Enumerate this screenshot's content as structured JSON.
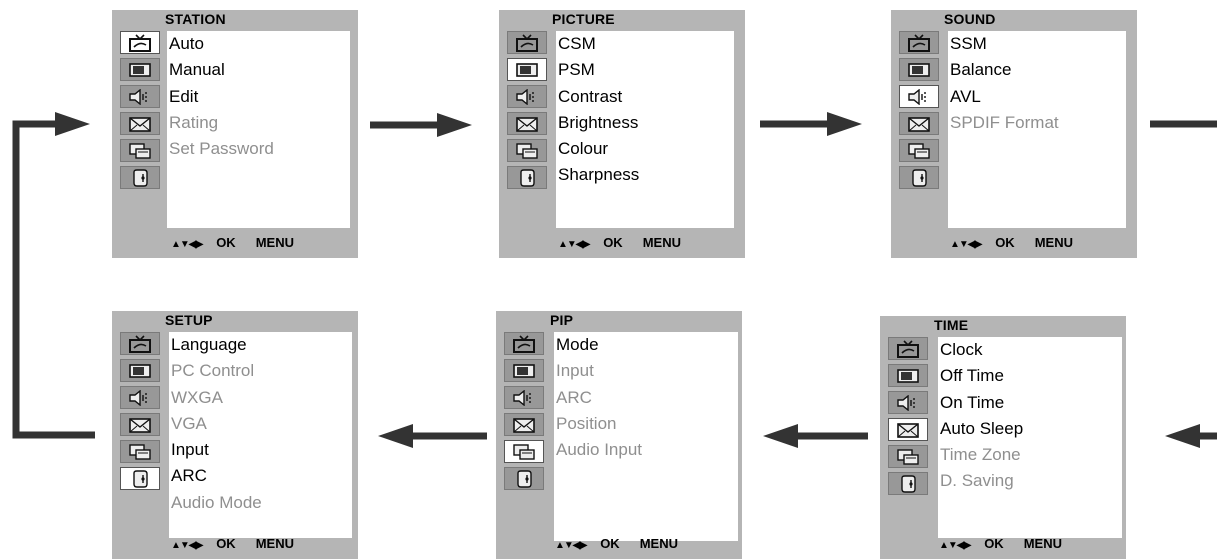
{
  "footer": {
    "nav": "▲▼◀▶",
    "ok": "OK",
    "menu": "MENU"
  },
  "icons": [
    "tv-station-icon",
    "picture-icon",
    "sound-speaker-icon",
    "time-envelope-icon",
    "pip-screens-icon",
    "setup-icon"
  ],
  "panels": {
    "station": {
      "title": "STATION",
      "active_icon": 0,
      "items": [
        {
          "label": "Auto",
          "enabled": true
        },
        {
          "label": "Manual",
          "enabled": true
        },
        {
          "label": "Edit",
          "enabled": true
        },
        {
          "label": "Rating",
          "enabled": false
        },
        {
          "label": "Set Password",
          "enabled": false
        }
      ]
    },
    "picture": {
      "title": "PICTURE",
      "active_icon": 1,
      "items": [
        {
          "label": "CSM",
          "enabled": true
        },
        {
          "label": "PSM",
          "enabled": true
        },
        {
          "label": "Contrast",
          "enabled": true
        },
        {
          "label": "Brightness",
          "enabled": true
        },
        {
          "label": "Colour",
          "enabled": true
        },
        {
          "label": "Sharpness",
          "enabled": true
        }
      ]
    },
    "sound": {
      "title": "SOUND",
      "active_icon": 2,
      "items": [
        {
          "label": "SSM",
          "enabled": true
        },
        {
          "label": "Balance",
          "enabled": true
        },
        {
          "label": "AVL",
          "enabled": true
        },
        {
          "label": "SPDIF Format",
          "enabled": false
        }
      ]
    },
    "setup": {
      "title": "SETUP",
      "active_icon": 5,
      "items": [
        {
          "label": "Language",
          "enabled": true
        },
        {
          "label": "PC Control",
          "enabled": false
        },
        {
          "label": "WXGA",
          "enabled": false
        },
        {
          "label": "VGA",
          "enabled": false
        },
        {
          "label": "Input",
          "enabled": true
        },
        {
          "label": "ARC",
          "enabled": true
        },
        {
          "label": "Audio Mode",
          "enabled": false
        }
      ]
    },
    "pip": {
      "title": "PIP",
      "active_icon": 4,
      "items": [
        {
          "label": "Mode",
          "enabled": true
        },
        {
          "label": "Input",
          "enabled": false
        },
        {
          "label": "ARC",
          "enabled": false
        },
        {
          "label": "Position",
          "enabled": false
        },
        {
          "label": "Audio Input",
          "enabled": false
        }
      ]
    },
    "time": {
      "title": "TIME",
      "active_icon": 3,
      "items": [
        {
          "label": "Clock",
          "enabled": true
        },
        {
          "label": "Off Time",
          "enabled": true
        },
        {
          "label": "On Time",
          "enabled": true
        },
        {
          "label": "Auto Sleep",
          "enabled": true
        },
        {
          "label": "Time Zone",
          "enabled": false
        },
        {
          "label": "D. Saving",
          "enabled": false
        }
      ]
    }
  }
}
